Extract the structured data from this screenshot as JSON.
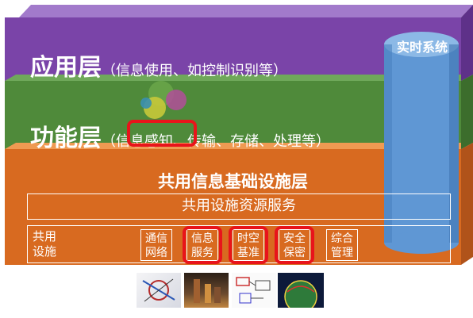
{
  "application_layer": {
    "title": "应用层",
    "subtitle": "（信息使用、如控制识别等）",
    "color": "#7a44a8"
  },
  "function_layer": {
    "title": "功能层",
    "subtitle_open": "（",
    "highlight": "信息感知",
    "subtitle_rest": "、传输、存储、处理等）",
    "color": "#4f8a3a"
  },
  "infrastructure_layer": {
    "title": "共用信息基础设施层",
    "services_bar": "共用设施资源服务",
    "facilities_label": "共用\n设施",
    "facilities": [
      {
        "label": "通信\n网络",
        "highlighted": false
      },
      {
        "label": "信息\n服务",
        "highlighted": true
      },
      {
        "label": "时空\n基准",
        "highlighted": true
      },
      {
        "label": "安全\n保密",
        "highlighted": true
      },
      {
        "label": "综合\n管理",
        "highlighted": false
      }
    ],
    "color": "#d86a20"
  },
  "realtime_system": {
    "label": "实时系统",
    "color": "#6a9ed6"
  },
  "highlight_color": "#e8141b",
  "thumbnails": [
    "dynamics-diagram-thumbnail",
    "industrial-scene-thumbnail",
    "circuit-diagram-thumbnail",
    "globe-map-thumbnail"
  ]
}
